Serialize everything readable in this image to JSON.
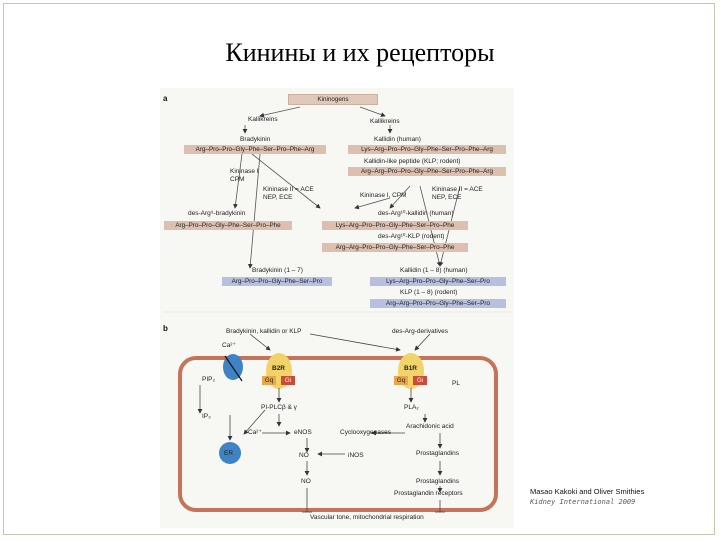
{
  "title": "Кинины и их рецепторы",
  "panel_a": {
    "label": "a",
    "kininogens": "Kininogens",
    "kallikreins_left": "Kallikreins",
    "kallikreins_right": "Kallikreins",
    "bradykinin": "Bradykinin",
    "bradykinin_seq": "Arg–Pro–Pro–Gly–Phe–Ser–Pro–Phe–Arg",
    "kallidin": "Kallidin (human)",
    "kallidin_seq": "Lys–Arg–Pro–Pro–Gly–Phe–Ser–Pro–Phe–Arg",
    "klp": "Kallidin-like peptide (KLP; rodent)",
    "klp_seq": "Arg–Arg–Pro–Pro–Gly–Phe–Ser–Pro–Phe–Arg",
    "kininase1_cpm_left": "Kininase I\nCPM",
    "kininase2_left": "Kininase II = ACE\nNEP, ECE",
    "kininase1_cpm_right": "Kininase I, CPM",
    "kininase2_right": "Kininase II = ACE\nNEP, ECE",
    "des_arg9_bk": "des-Arg⁹-bradykinin",
    "des_arg9_bk_seq": "Arg–Pro–Pro–Gly–Phe–Ser–Pro–Phe",
    "des_arg10_kallidin": "des-Arg¹⁰-kallidin (human)",
    "des_arg10_kallidin_seq": "Lys–Arg–Pro–Pro–Gly–Phe–Ser–Pro–Phe",
    "des_arg_klp": "des-Arg¹⁰-KLP (rodent)",
    "des_arg_klp_seq": "Arg–Arg–Pro–Pro–Gly–Phe–Ser–Pro–Phe",
    "bk_1_7": "Bradykinin (1 – 7)",
    "bk_1_7_seq": "Arg–Pro–Pro–Gly–Phe–Ser–Pro",
    "kallidin_1_8": "Kallidin (1 – 8) (human)",
    "kallidin_1_8_seq": "Lys–Arg–Pro–Pro–Gly–Phe–Ser–Pro",
    "klp_1_8": "KLP (1 – 8) (rodent)",
    "klp_1_8_seq": "Arg–Arg–Pro–Pro–Gly–Phe–Ser–Pro"
  },
  "panel_b": {
    "label": "b",
    "ligands_b2": "Bradykinin, kallidin or KLP",
    "ligands_b1": "des-Arg-derivatives",
    "ca_channel": "Ca²⁺",
    "pip2": "PIP₂",
    "b2r": "B2R",
    "b1r": "B1R",
    "gq_left": "Gq",
    "gi_left": "Gi",
    "gq_right": "Gq",
    "gi_right": "Gi",
    "pl": "PL",
    "ip3": "IP₃",
    "pi_plc": "PI-PLCβ & γ",
    "pla2": "PLA₂",
    "arachidonic": "Arachidonic acid",
    "ca_er": "Ca²⁺",
    "enos": "eNOS",
    "cox": "Cyclooxygenases",
    "er": "ER",
    "no_in": "NO",
    "inos": "iNOS",
    "prostaglandins_in": "Prostaglandins",
    "no_out": "NO",
    "prostaglandins_out": "Prostaglandins",
    "pg_receptors": "Prostaglandin receptors",
    "outcome": "Vascular tone, mitochondrial respiration"
  },
  "credit": {
    "authors": "Masao Kakoki and Oliver Smithies",
    "journal": "Kidney International 2009"
  },
  "colors": {
    "sequence_tan": "#dcbfae",
    "sequence_blue": "#b7c0de",
    "receptor_yellow": "#f1d36a",
    "gq_orange": "#e8a64a",
    "gi_red": "#c94b38",
    "cell_border": "#c7735a",
    "channel_blue": "#3e84c4"
  }
}
